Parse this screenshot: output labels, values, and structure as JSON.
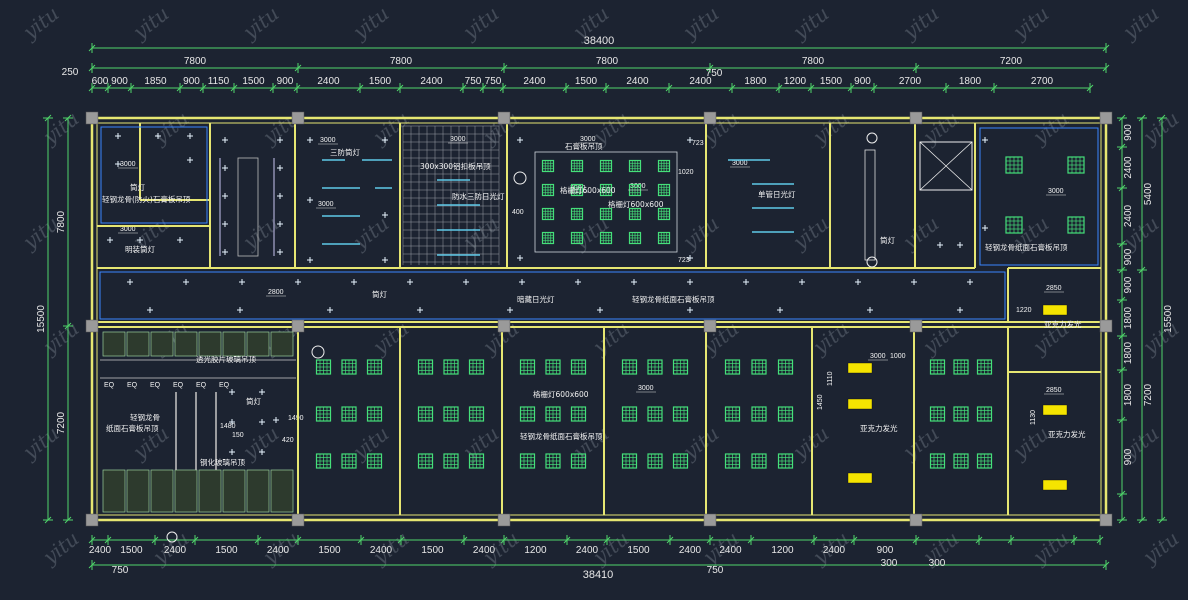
{
  "dimensions": {
    "top_total": "38400",
    "top_left_offset": "250",
    "top_bays": [
      "7800",
      "7800",
      "7800",
      "7800",
      "7200"
    ],
    "top_mid_offset": "750",
    "top_detail": [
      "600",
      "900",
      "1850",
      "900",
      "1150",
      "1500",
      "900",
      "2400",
      "1500",
      "2400",
      "750",
      "750",
      "2400",
      "1500",
      "2400",
      "2400",
      "1800",
      "1200",
      "1500",
      "900",
      "2700",
      "1800",
      "2700"
    ],
    "bottom_total": "38410",
    "bottom_offset_left": "750",
    "bottom_offset_mid": "750",
    "bottom_offsets_small": [
      "300",
      "300"
    ],
    "bottom_detail": [
      "2400",
      "1500",
      "2400",
      "1500",
      "2400",
      "1500",
      "2400",
      "1500",
      "2400",
      "1200",
      "2400",
      "1500",
      "2400",
      "2400",
      "1200",
      "2400",
      "900"
    ],
    "left_total": "15500",
    "left_bays": [
      "7800",
      "7200"
    ],
    "right_total": "15500",
    "right_bays": [
      "5400",
      "7200"
    ],
    "right_detail": [
      "900",
      "2400",
      "2400",
      "900",
      "900",
      "1800",
      "1800",
      "1800",
      "900"
    ],
    "small_notes": [
      "723",
      "1020",
      "723",
      "400",
      "1220",
      "1450",
      "1110",
      "1000",
      "1130",
      "1490",
      "1480",
      "150",
      "420"
    ]
  },
  "ceiling_heights": [
    "3000",
    "3000",
    "3000",
    "3000",
    "3000",
    "3000",
    "3000",
    "3000",
    "3000",
    "2800",
    "2850",
    "2850",
    "3000",
    "3000",
    "3000"
  ],
  "labels": {
    "downlight": "筒灯",
    "gypsum_ceiling_top_left": "轻钢龙骨(防火)石膏板吊顶",
    "open_downlight": "明装筒灯",
    "triproof_light": "三防筒灯",
    "aluminum_grid": "300x300铝扣板吊顶",
    "triproof_tube": "防水三防日光灯",
    "gypsum_board_ceiling": "石膏板吊顶",
    "grille_light_a": "格栅灯600x600",
    "grille_light_b": "格栅灯600x600",
    "single_tube": "单管日光灯",
    "downlight_right": "筒灯",
    "gypsum_ceiling_right": "轻钢龙骨纸面石膏板吊顶",
    "corridor_downlight": "筒灯",
    "recessed_tube": "暗藏日光灯",
    "corridor_ceiling": "轻钢龙骨纸面石膏板吊顶",
    "mineral_wood_ceiling": "透光胶片玻璃吊顶",
    "gypsum_ceiling_bottom_left": "轻钢龙骨\n纸面石膏板吊顶",
    "downlight_bottom_left": "筒灯",
    "tempered_glass": "钢化玻璃吊顶",
    "grille_light_c": "格栅灯600x600",
    "gypsum_ceiling_bottom_mid": "轻钢龙骨纸面石膏板吊顶",
    "strong_light_a": "亚克力发光",
    "strong_light_b": "亚克力发光",
    "strong_light_c": "亚克力发光",
    "eq": "EQ"
  },
  "watermark": "yitu",
  "colors": {
    "background": "#1c2331",
    "wall": "#e6e672",
    "dimension": "#4fd46a",
    "dimension_text": "#e8e8e8",
    "fixture": "#45e07a",
    "label": "#f2f2f2",
    "blue": "#3a86ff",
    "cyan": "#5ec9e8",
    "yellow_panel": "#f5e400",
    "column": "#9a9a9a"
  }
}
